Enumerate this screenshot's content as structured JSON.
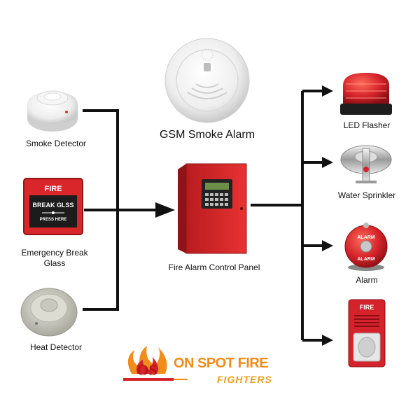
{
  "inputs": [
    {
      "label": "Smoke Detector"
    },
    {
      "label": "Emergency Break Glass",
      "label_line1": "Emergency Break",
      "label_line2": "Glass",
      "panel_text": "FIRE",
      "glass_text": "BREAK GLSS",
      "sub_text": "PRESS HERE"
    },
    {
      "label": "Heat Detector"
    }
  ],
  "center": {
    "gsm_label": "GSM Smoke Alarm",
    "panel_label": "Fire Alarm Control Panel"
  },
  "outputs": [
    {
      "label": "LED Flasher"
    },
    {
      "label": "Water Sprinkler"
    },
    {
      "label": "Alarm",
      "bell_text_top": "ALARM",
      "bell_text_bottom": "ALARM"
    },
    {
      "label": "",
      "device_text": "FIRE"
    }
  ],
  "brand": {
    "logo_text": "OS",
    "name_line1": "ON SPOT FIRE",
    "name_line2": "FIGHTERS"
  },
  "colors": {
    "connector": "#111111",
    "fire_red": "#d4232a",
    "panel_red": "#e02a2a",
    "brand_orange": "#f08c1a"
  }
}
